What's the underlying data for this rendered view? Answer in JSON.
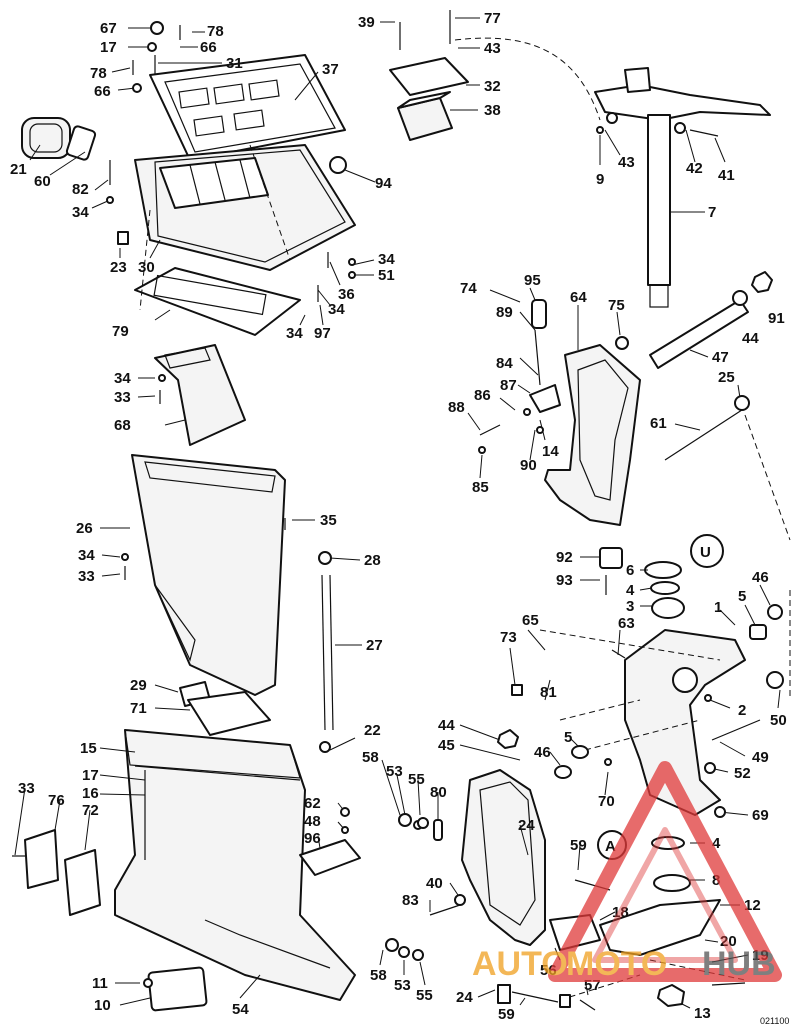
{
  "diagram": {
    "callouts": {
      "c67": "67",
      "c78a": "78",
      "c17a": "17",
      "c66a": "66",
      "c31": "31",
      "c78b": "78",
      "c66b": "66",
      "c37": "37",
      "c39": "39",
      "c77": "77",
      "c43a": "43",
      "c32": "32",
      "c38": "38",
      "c43b": "43",
      "c9": "9",
      "c42": "42",
      "c41": "41",
      "c7": "7",
      "c21": "21",
      "c60": "60",
      "c82": "82",
      "c34a": "34",
      "c94": "94",
      "c23": "23",
      "c30": "30",
      "c34b": "34",
      "c51": "51",
      "c36": "36",
      "c34c": "34",
      "c79": "79",
      "c34d": "34",
      "c97": "97",
      "c74": "74",
      "c95": "95",
      "c64": "64",
      "c75": "75",
      "c91": "91",
      "c44a": "44",
      "c89": "89",
      "c84": "84",
      "c47": "47",
      "c87": "87",
      "c86": "86",
      "c25": "25",
      "c34e": "34",
      "c33a": "33",
      "c68": "68",
      "c88": "88",
      "c61": "61",
      "c90": "90",
      "c14": "14",
      "c85": "85",
      "c26": "26",
      "c35": "35",
      "c34f": "34",
      "c33b": "33",
      "c28": "28",
      "c92": "92",
      "c93": "93",
      "c6": "6",
      "c4a": "4",
      "c3": "3",
      "c46a": "46",
      "c27": "27",
      "c65": "65",
      "c63": "63",
      "c1": "1",
      "c5a": "5",
      "c73": "73",
      "c81": "81",
      "c29": "29",
      "c71": "71",
      "c22": "22",
      "c50": "50",
      "c2": "2",
      "c15": "15",
      "c44b": "44",
      "c45": "45",
      "c46b": "46",
      "c5b": "5",
      "c49": "49",
      "c52": "52",
      "c58a": "58",
      "c53a": "53",
      "c55a": "55",
      "c80": "80",
      "c70": "70",
      "c69": "69",
      "c33c": "33",
      "c17b": "17",
      "c76": "76",
      "c16": "16",
      "c72": "72",
      "c62": "62",
      "c48": "48",
      "c96": "96",
      "c24a": "24",
      "c59a": "59",
      "c4b": "4",
      "c8": "8",
      "c40": "40",
      "c83": "83",
      "c18": "18",
      "c12": "12",
      "c20": "20",
      "c19": "19",
      "c11": "11",
      "c10": "10",
      "c54": "54",
      "c58b": "58",
      "c53b": "53",
      "c55b": "55",
      "c56": "56",
      "c57": "57",
      "c24b": "24",
      "c59b": "59",
      "c13": "13"
    },
    "watermark": {
      "part1": "AUTO",
      "part2": "MOTO",
      "part3": "HUB"
    },
    "colors": {
      "line": "#111111",
      "watermark_red": "#e03a3a",
      "watermark_orange": "#f0a020"
    },
    "figure_code": "021100"
  }
}
